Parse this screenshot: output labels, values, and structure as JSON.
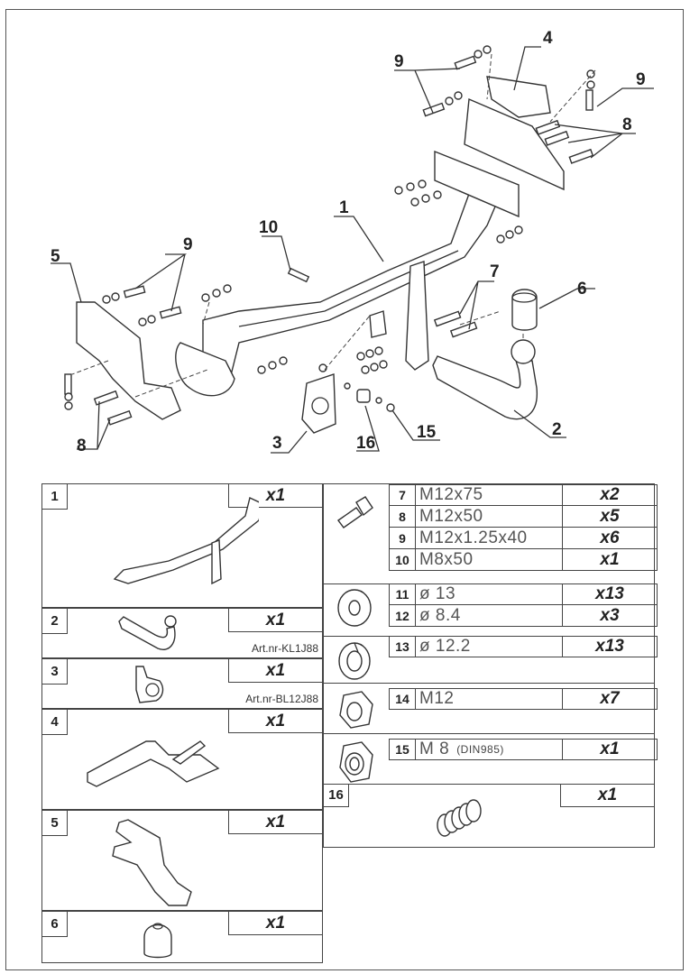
{
  "diagram": {
    "title": "Tow bar exploded assembly",
    "callouts": [
      {
        "id": "1",
        "label": "1"
      },
      {
        "id": "2",
        "label": "2"
      },
      {
        "id": "3",
        "label": "3"
      },
      {
        "id": "4",
        "label": "4"
      },
      {
        "id": "5",
        "label": "5"
      },
      {
        "id": "6",
        "label": "6"
      },
      {
        "id": "7",
        "label": "7"
      },
      {
        "id": "8a",
        "label": "8"
      },
      {
        "id": "8b",
        "label": "8"
      },
      {
        "id": "9a",
        "label": "9"
      },
      {
        "id": "9b",
        "label": "9"
      },
      {
        "id": "9c",
        "label": "9"
      },
      {
        "id": "10",
        "label": "10"
      },
      {
        "id": "15",
        "label": "15"
      },
      {
        "id": "16",
        "label": "16"
      }
    ]
  },
  "parts_left": [
    {
      "num": "1",
      "qty": "x1",
      "art": "",
      "icon": "crossbar-icon"
    },
    {
      "num": "2",
      "qty": "x1",
      "art": "Art.nr-KL1J88",
      "icon": "tow-ball-icon"
    },
    {
      "num": "3",
      "qty": "x1",
      "art": "Art.nr-BL12J88",
      "icon": "socket-plate-icon"
    },
    {
      "num": "4",
      "qty": "x1",
      "art": "",
      "icon": "bracket-icon"
    },
    {
      "num": "5",
      "qty": "x1",
      "art": "",
      "icon": "side-bracket-icon"
    },
    {
      "num": "6",
      "qty": "x1",
      "art": "",
      "icon": "ball-cap-icon"
    }
  ],
  "hardware": {
    "bolts": [
      {
        "num": "7",
        "spec": "M12x75",
        "qty": "x2"
      },
      {
        "num": "8",
        "spec": "M12x50",
        "qty": "x5"
      },
      {
        "num": "9",
        "spec": "M12x1.25x40",
        "qty": "x6"
      },
      {
        "num": "10",
        "spec": "M8x50",
        "qty": "x1"
      }
    ],
    "washers": [
      {
        "num": "11",
        "spec": "ø 13",
        "qty": "x13"
      },
      {
        "num": "12",
        "spec": "ø 8.4",
        "qty": "x3"
      }
    ],
    "spring_washers": [
      {
        "num": "13",
        "spec": "ø 12.2",
        "qty": "x13"
      }
    ],
    "nuts": [
      {
        "num": "14",
        "spec": "M12",
        "qty": "x7"
      }
    ],
    "lock_nuts": [
      {
        "num": "15",
        "spec": "M 8",
        "note": "(DIN985)",
        "qty": "x1"
      }
    ],
    "spring": {
      "num": "16",
      "qty": "x1"
    }
  }
}
